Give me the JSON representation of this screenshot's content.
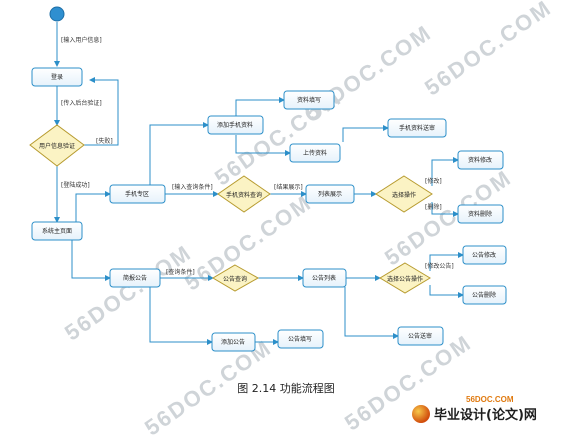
{
  "nodes": {
    "login": "登录",
    "verify": "用户信息验证",
    "home": "系统主页面",
    "phone_zone": "手机专区",
    "add_phone": "添加手机资料",
    "fill_info": "资料填写",
    "upload": "上传资料",
    "phone_review": "手机资料送审",
    "phone_query": "手机资料查询",
    "list_display": "列表展示",
    "choose_op": "选择操作",
    "info_edit": "资料修改",
    "info_delete": "资料删除",
    "notice_mgmt": "简报公告",
    "notice_query": "公告查询",
    "notice_list": "公告列表",
    "choose_notice_op": "选择公告操作",
    "notice_edit": "公告修改",
    "notice_delete": "公告删除",
    "add_notice": "添加公告",
    "notice_fill": "公告填写",
    "notice_review": "公告送审"
  },
  "edge_labels": {
    "input_user": "[输入用户信息]",
    "send_verify": "[传入后台验证]",
    "fail": "[失败]",
    "success": "[登陆成功]",
    "input_query": "[输入查询条件]",
    "return_result": "[结果展示]",
    "edit": "[修改]",
    "delete": "[删除]",
    "query_cond": "[查询条件]",
    "edit_notice": "[修改公告]"
  },
  "watermarks": [
    "56DOC.COM",
    "56DOC.COM",
    "56DOC.COM",
    "56DOC.COM",
    "56DOC.COM",
    "56DOC.COM",
    "56DOC.COM",
    "56DOC.COM"
  ],
  "caption": "图 2.14 功能流程图",
  "logo": {
    "site": "56DOC.COM",
    "name": "毕业设计(论文)网"
  }
}
